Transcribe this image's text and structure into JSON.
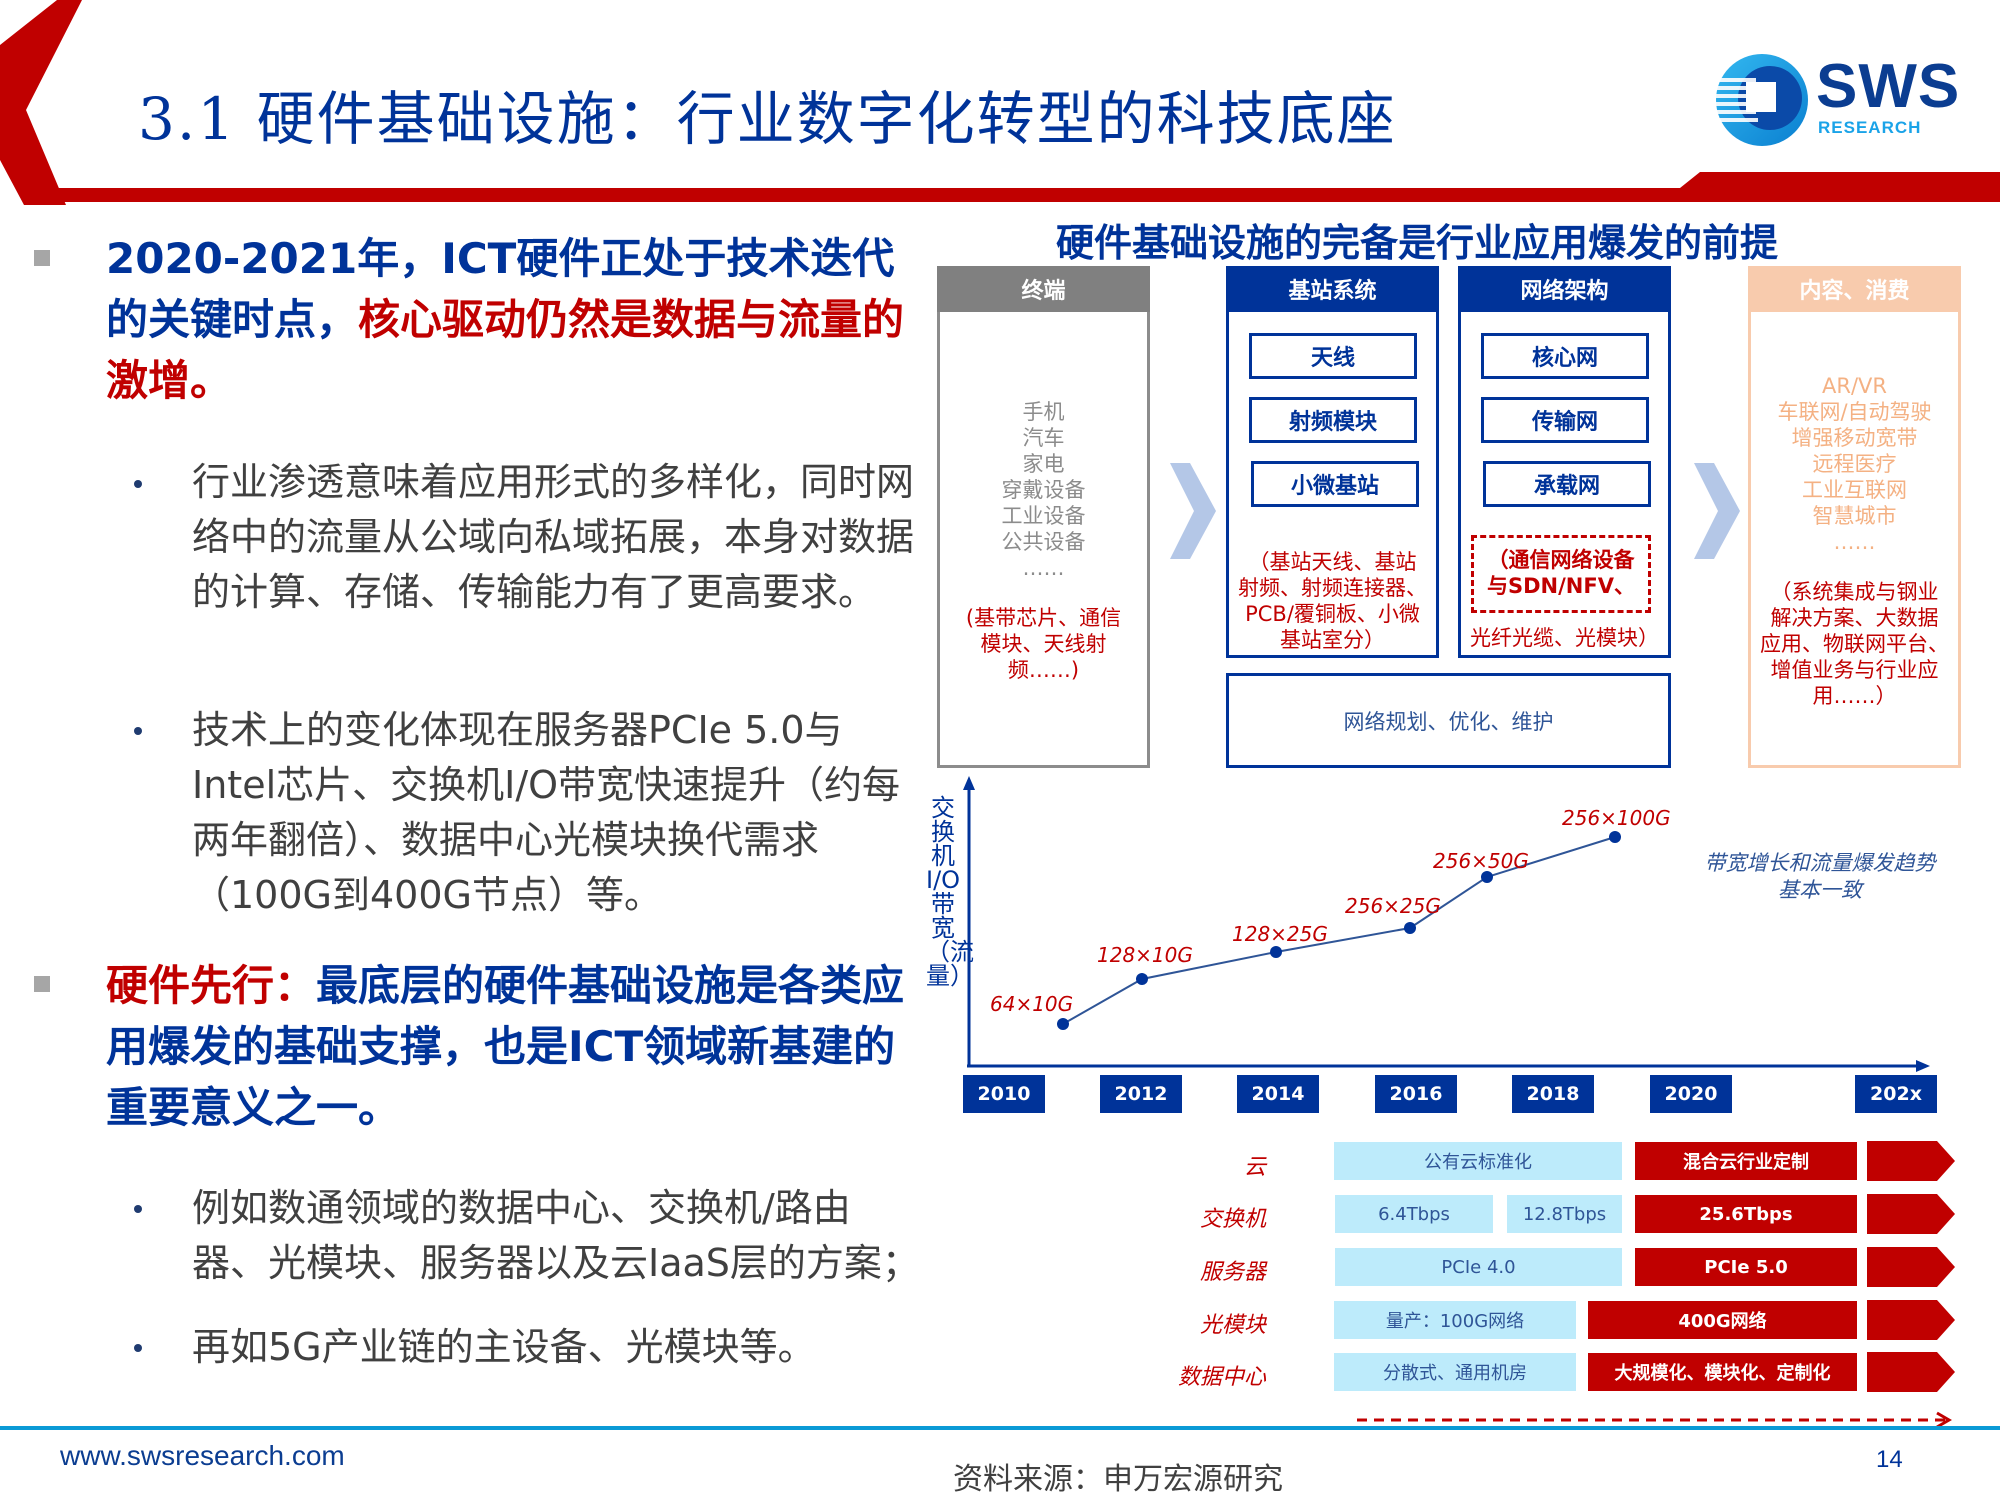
{
  "header": {
    "title": "3.1 硬件基础设施：行业数字化转型的科技底座",
    "logo": {
      "name": "SWS",
      "sub": "RESEARCH"
    }
  },
  "left": {
    "section1": {
      "heading_blue": "2020-2021年，ICT硬件正处于技术迭代的关键时点，",
      "heading_red": "核心驱动仍然是数据与流量的激增。",
      "bullets": [
        "行业渗透意味着应用形式的多样化，同时网络中的流量从公域向私域拓展，本身对数据的计算、存储、传输能力有了更高要求。",
        "技术上的变化体现在服务器PCIe  5.0与Intel芯片、交换机I/O带宽快速提升（约每两年翻倍）、数据中心光模块换代需求（100G到400G节点）等。"
      ]
    },
    "section2": {
      "heading_red": "硬件先行：",
      "heading_blue": "最底层的硬件基础设施是各类应用爆发的基础支撑，也是ICT领域新基建的重要意义之一。",
      "bullets": [
        "例如数通领域的数据中心、交换机/路由器、光模块、服务器以及云IaaS层的方案；",
        "再如5G产业链的主设备、光模块等。"
      ]
    }
  },
  "diagram": {
    "title": "硬件基础设施的完备是行业应用爆发的前提",
    "terminal": {
      "header": "终端",
      "items": "手机\n汽车\n家电\n穿戴设备\n工业设备\n公共设备\n……",
      "note": "(基带芯片、通信\n模块、天线射\n频……)"
    },
    "base_station": {
      "header": "基站系统",
      "boxes": [
        "天线",
        "射频模块",
        "小微基站"
      ],
      "note": "（基站天线、基站\n射频、射频连接器、\nPCB/覆铜板、小微\n基站室分）"
    },
    "network": {
      "header": "网络架构",
      "boxes": [
        "核心网",
        "传输网",
        "承载网"
      ],
      "note_boxed": "（通信网络设备\n与SDN/NFV、",
      "note_tail": "光纤光缆、光模块）"
    },
    "planning": "网络规划、优化、维护",
    "content": {
      "header": "内容、消费",
      "items": "AR/VR\n车联网/自动驾驶\n增强移动宽带\n远程医疗\n工业互联网\n智慧城市\n……",
      "note": "（系统集成与钢业\n解决方案、大数据\n应用、物联网平台、\n增值业务与行业应\n用……）"
    }
  },
  "chart_data": {
    "type": "line",
    "title": "",
    "ylabel": "交换机I/O带宽（流量）",
    "xlabel": "",
    "categories": [
      "2010",
      "2012",
      "2014",
      "2016",
      "2018",
      "2020",
      "202x"
    ],
    "series": [
      {
        "name": "交换机I/O带宽",
        "points": [
          {
            "x": "2010",
            "label": "64×10G",
            "value_gbps": 640
          },
          {
            "x": "2012",
            "label": "128×10G",
            "value_gbps": 1280
          },
          {
            "x": "2014",
            "label": "128×25G",
            "value_gbps": 3200
          },
          {
            "x": "2016",
            "label": "256×25G",
            "value_gbps": 6400
          },
          {
            "x": "2017",
            "label": "256×50G",
            "value_gbps": 12800
          },
          {
            "x": "2019",
            "label": "256×100G",
            "value_gbps": 25600
          }
        ]
      }
    ],
    "annotation": "带宽增长和流量爆发趋势\n基本一致",
    "grid": false
  },
  "chart": {
    "y_label": "交换机I/O带宽（流量）",
    "years": [
      "2010",
      "2012",
      "2014",
      "2016",
      "2018",
      "2020",
      "202x"
    ],
    "labels": [
      "64×10G",
      "128×10G",
      "128×25G",
      "256×25G",
      "256×50G",
      "256×100G"
    ],
    "annotation": "带宽增长和流量爆发趋势\n基本一致"
  },
  "roadmap": {
    "rows": [
      {
        "label": "云",
        "light": [
          "公有云标准化"
        ],
        "red": "混合云行业定制"
      },
      {
        "label": "交换机",
        "light": [
          "6.4Tbps",
          "12.8Tbps"
        ],
        "red": "25.6Tbps"
      },
      {
        "label": "服务器",
        "light": [
          "PCIe 4.0"
        ],
        "red": "PCIe 5.0"
      },
      {
        "label": "光模块",
        "light": [
          "量产：100G网络"
        ],
        "red": "400G网络"
      },
      {
        "label": "数据中心",
        "light": [
          "分散式、通用机房"
        ],
        "red": "大规模化、模块化、定制化"
      }
    ]
  },
  "footer": {
    "url": "www.swsresearch.com",
    "source": "资料来源：申万宏源研究",
    "page": "14"
  },
  "colors": {
    "brand_blue": "#003399",
    "brand_red": "#c00000",
    "light_blue": "#bdebfb",
    "orange": "#f8cbad",
    "footer_line": "#0a9ad6"
  }
}
